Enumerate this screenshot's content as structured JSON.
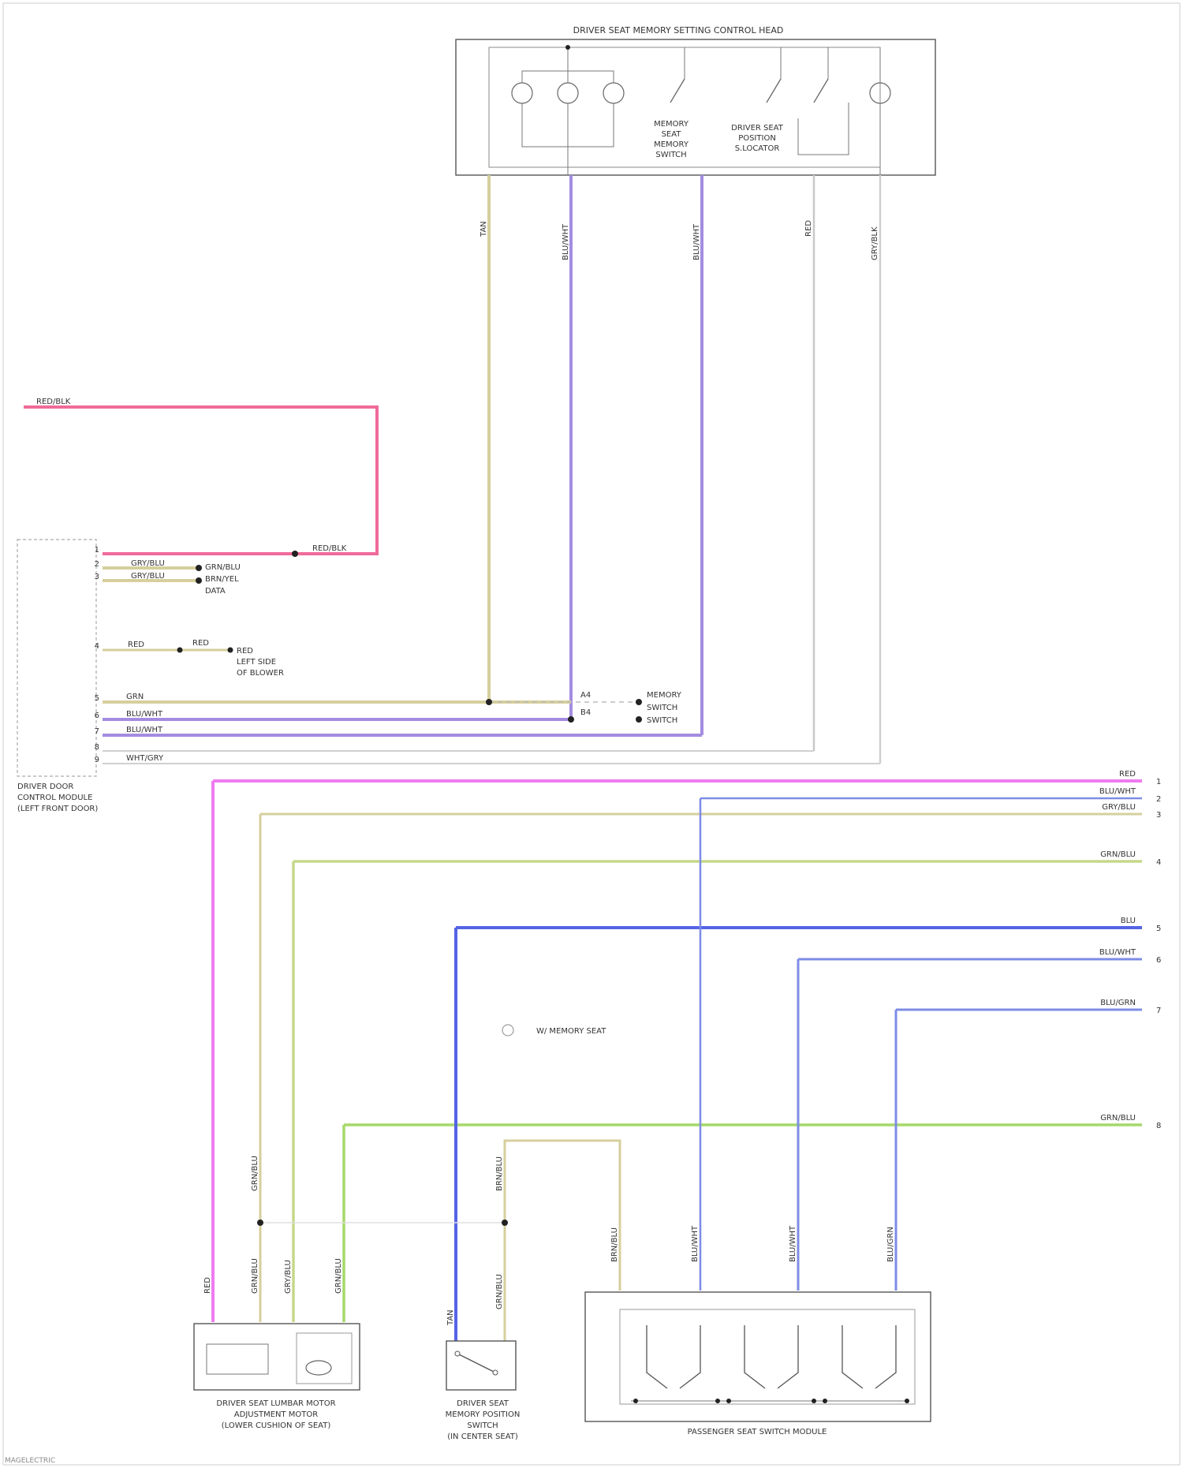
{
  "diagram": {
    "colors": {
      "pink": "#f06a9a",
      "magenta": "#ee7cf0",
      "tan": "#d6cf9c",
      "violet": "#a48ce0",
      "blue": "#5464e6",
      "light_blue": "#7d8ce6",
      "green": "#a6d86a",
      "yellow_green": "#c6d88a",
      "gray": "#bdbdbd",
      "outline": "#555555"
    },
    "components": {
      "seat_memory": {
        "title": "DRIVER SEAT MEMORY SETTING CONTROL HEAD",
        "memory_switch": [
          "MEMORY",
          "SEAT",
          "MEMORY",
          "SWITCH"
        ],
        "position_switch": [
          "DRIVER SEAT",
          "POSITION",
          "S.LOCATOR"
        ]
      },
      "body_module": {
        "name": [
          "DRIVER DOOR",
          "CONTROL MODULE",
          "(LEFT FRONT DOOR)"
        ]
      },
      "lumbar_motor": {
        "name": [
          "DRIVER SEAT LUMBAR MOTOR",
          "ADJUSTMENT MOTOR",
          "(LOWER CUSHION OF SEAT)"
        ]
      },
      "heat_switch": {
        "name": [
          "DRIVER SEAT",
          "MEMORY POSITION",
          "SWITCH",
          "(IN CENTER SEAT)"
        ]
      },
      "seat_switch_module": {
        "name": "PASSENGER SEAT SWITCH MODULE"
      }
    },
    "connector_labels": {
      "pins_left": [
        "1",
        "2",
        "3",
        "4",
        "5",
        "6",
        "7",
        "8",
        "9"
      ],
      "pins_right": [
        "1",
        "2",
        "3",
        "4",
        "5",
        "6",
        "7",
        "8"
      ],
      "label_a": "A4",
      "label_b": "B4"
    },
    "wire_labels": {
      "pink_top": "RED/BLK",
      "pink_mid": "RED/BLK",
      "module_tan1": "GRY/BLU",
      "module_tan2": "GRY/BLU",
      "module_tan3": "BRN/BLU",
      "to_harness1": "GRN/BLU",
      "to_harness2": "BRN/YEL",
      "to_harness3": "DATA",
      "side_red": "RED",
      "side_red2": "RED",
      "side_note1": "RED",
      "side_note2": "LEFT SIDE",
      "side_note3": "OF BLOWER",
      "lower_wire1": "GRN",
      "lower_wire2": "BLU/WHT",
      "lower_wire3": "BLU/WHT",
      "lower_wire4": "WHT/GRY",
      "lower_note1": "MEMORY",
      "lower_note2": "SWITCH",
      "lower_note3": "SWITCH",
      "vert_tan": "TAN",
      "vert_violet1": "BLU/WHT",
      "vert_violet2": "BLU/WHT",
      "vert_red": "RED",
      "vert_gray": "GRY/BLK",
      "right_pink": "RED",
      "right_blue1": "BLU/WHT",
      "right_tan": "GRY/BLU",
      "right_green": "GRN/BLU",
      "right_blue2": "BLU",
      "right_blue3": "BLU/WHT",
      "right_blue4": "BLU/GRN",
      "right_green2": "GRN/BLU",
      "note_center": "W/ MEMORY SEAT",
      "v_label1": "GRN/BLU",
      "v_label2": "GRN/BLU",
      "v_label3": "RED",
      "v_label4": "GRY/BLU",
      "v_label5": "GRN/BLU",
      "v_label6": "BRN/BLU",
      "v_label7": "GRN/BLU",
      "v_label8": "BLU/WHT",
      "v_label9": "BLU/WHT",
      "v_label10": "BLU/GRN",
      "v_label11": "BRN/BLU",
      "v_label12": "TAN",
      "foot": "MAGELECTRIC"
    }
  }
}
